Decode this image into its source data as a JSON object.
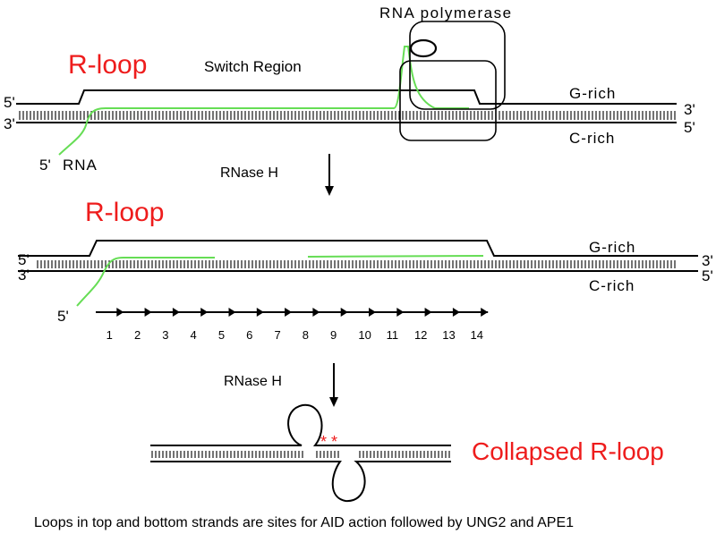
{
  "colors": {
    "red": "#ee1c1c",
    "rna_green": "#66dd55",
    "black": "#000000"
  },
  "panel1": {
    "title": "R-loop",
    "switch_region": "Switch Region",
    "polymerase": "RNA polymerase",
    "prime5_top": "5'",
    "prime3_bottom": "3'",
    "prime3_right": "3'",
    "prime5_right": "5'",
    "g_rich": "G-rich",
    "c_rich": "C-rich",
    "rna_5prime": "5'",
    "rna_label": "RNA"
  },
  "step1": "RNase H",
  "panel2": {
    "title": "R-loop",
    "prime5_top": "5'",
    "prime3_bottom": "3'",
    "prime3_right": "3'",
    "prime5_right": "5'",
    "g_rich": "G-rich",
    "c_rich": "C-rich",
    "rna_5prime": "5'",
    "numbers": [
      "1",
      "2",
      "3",
      "4",
      "5",
      "6",
      "7",
      "8",
      "9",
      "10",
      "11",
      "12",
      "13",
      "14"
    ]
  },
  "step2": "RNase H",
  "panel3": {
    "title": "Collapsed R-loop",
    "stars": "* *"
  },
  "caption": "Loops in top and bottom strands are sites for AID action followed by UNG2 and APE1"
}
